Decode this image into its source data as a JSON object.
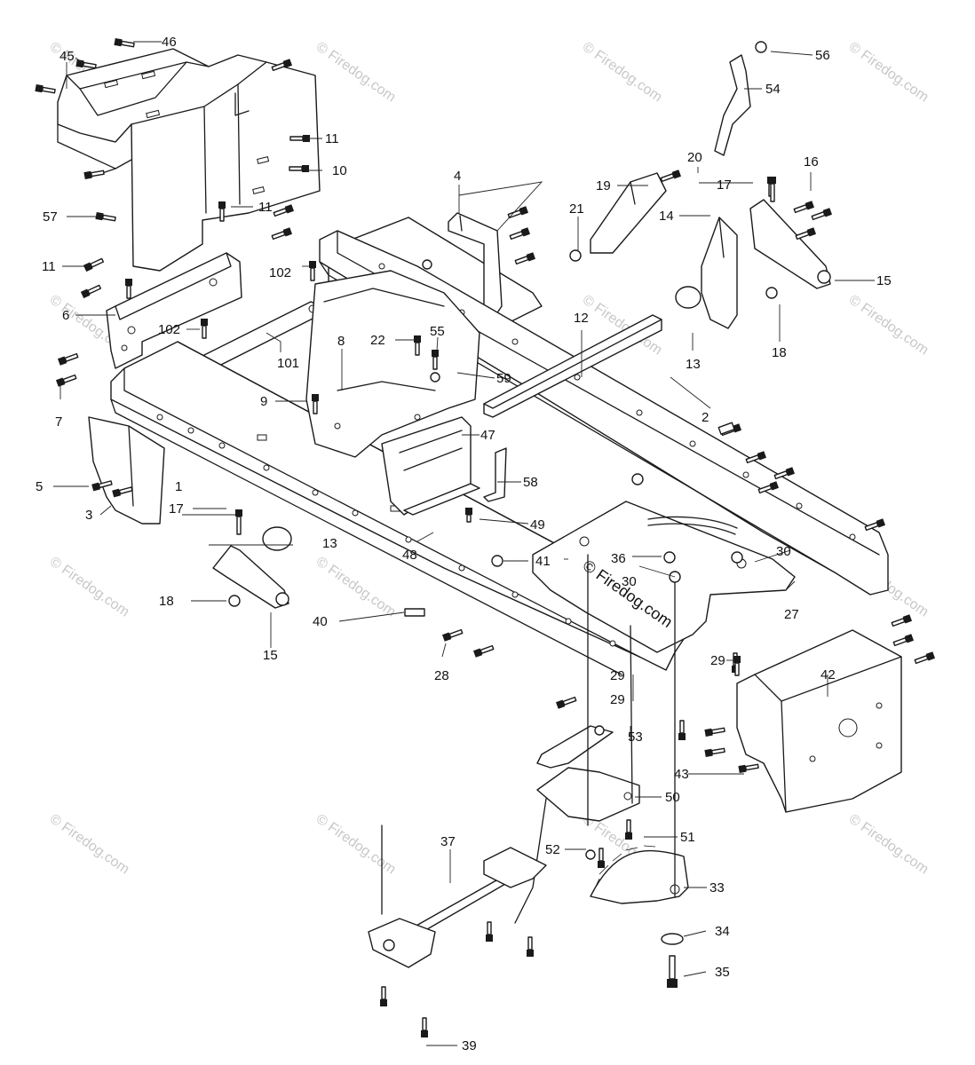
{
  "watermark": "© Firedog.com",
  "center_mark": "© Firedog.com",
  "callouts": [
    "1",
    "2",
    "3",
    "4",
    "5",
    "6",
    "7",
    "8",
    "9",
    "10",
    "11",
    "11",
    "11",
    "12",
    "13",
    "13",
    "14",
    "15",
    "15",
    "16",
    "17",
    "17",
    "18",
    "18",
    "19",
    "20",
    "21",
    "22",
    "27",
    "28",
    "29",
    "29",
    "29",
    "30",
    "30",
    "33",
    "34",
    "35",
    "36",
    "37",
    "39",
    "40",
    "41",
    "42",
    "43",
    "45",
    "46",
    "47",
    "48",
    "49",
    "50",
    "51",
    "52",
    "53",
    "54",
    "55",
    "56",
    "57",
    "58",
    "59",
    "101",
    "102",
    "102"
  ]
}
